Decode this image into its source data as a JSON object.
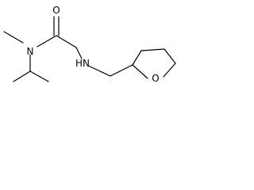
{
  "molecule": {
    "atoms": {
      "carbonyl_oxygen": "O",
      "amide_nitrogen": "N",
      "amine_group": "HN",
      "ring_oxygen": "O"
    }
  },
  "colors": {
    "bond": "#000000",
    "background": "#ffffff"
  }
}
